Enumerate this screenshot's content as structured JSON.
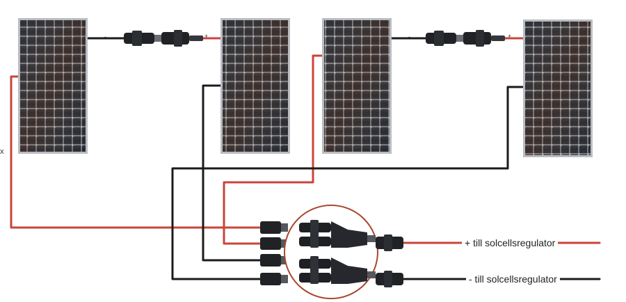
{
  "diagram": {
    "panel_connector_signs": {
      "pair1_left": "-",
      "pair1_right": "+",
      "pair2_left": "-",
      "pair2_right": "+"
    },
    "outputs": {
      "positive_label": "+ till solcellsregulator",
      "negative_label": "- till solcellsregulator"
    },
    "edge_mark": "x"
  },
  "colors": {
    "positive_wire": "#c9443a",
    "negative_wire": "#1b1b1b",
    "circle": "#a8472e",
    "panel_cell": "#1c1f25",
    "panel_frame": "#b9bdc2"
  },
  "icons": [
    "solar-panel",
    "mc4-connector",
    "mc4-branch-connector"
  ]
}
